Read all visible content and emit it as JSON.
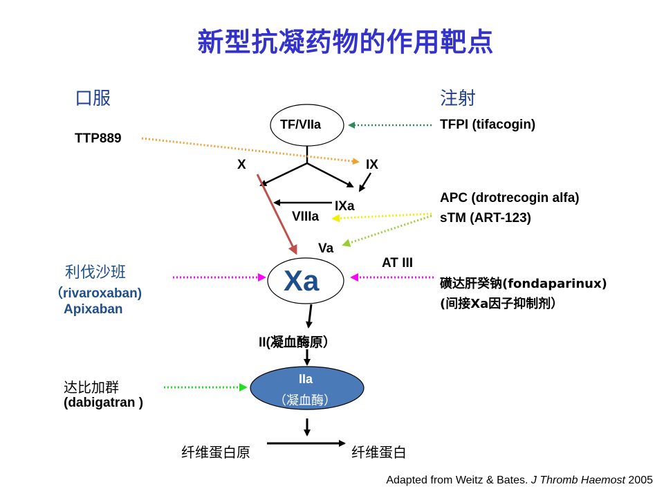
{
  "title": "新型抗凝药物的作用靶点",
  "headers": {
    "oral": "口服",
    "injection": "注射"
  },
  "nodes": {
    "tf_viia": "TF/VIIa",
    "x": "X",
    "ix": "IX",
    "ixa": "IXa",
    "viiia": "VIIIa",
    "va": "Va",
    "xa": "Xa",
    "prothrombin": "II(凝血酶原）",
    "iia": "IIa",
    "thrombin_cn": "（凝血酶）",
    "fibrinogen": "纤维蛋白原",
    "fibrin": "纤维蛋白"
  },
  "drugs": {
    "ttp889": "TTP889",
    "tfpi": "TFPI (tifacogin)",
    "apc": "APC (drotrecogin alfa)",
    "stm": "sTM (ART-123)",
    "at3": "AT III",
    "fonda": "磺达肝癸钠(fondaparinux)",
    "fonda_note": "(间接Xa因子抑制剂）",
    "riva_cn": "利伐沙班",
    "riva_en": "（rivaroxaban)",
    "apixaban": "Apixaban",
    "dabi_cn": "达比加群",
    "dabi_en": "(dabigatran )"
  },
  "citation": {
    "prefix": "Adapted from Weitz & Bates. ",
    "journal": "J Thromb Haemost",
    "year": " 2005"
  },
  "colors": {
    "title": "#3333cc",
    "header": "#1f3f8f",
    "xa_text": "#1f4e8c",
    "orange_arrow": "#f0a030",
    "green_dark_arrow": "#2e8b57",
    "yellow_arrow": "#f0f000",
    "yellowgreen_arrow": "#9acd32",
    "magenta_arrow": "#ff00ff",
    "green_arrow": "#22dd22",
    "red_arrow": "#c0504d",
    "iia_fill": "#4a7ab8"
  }
}
